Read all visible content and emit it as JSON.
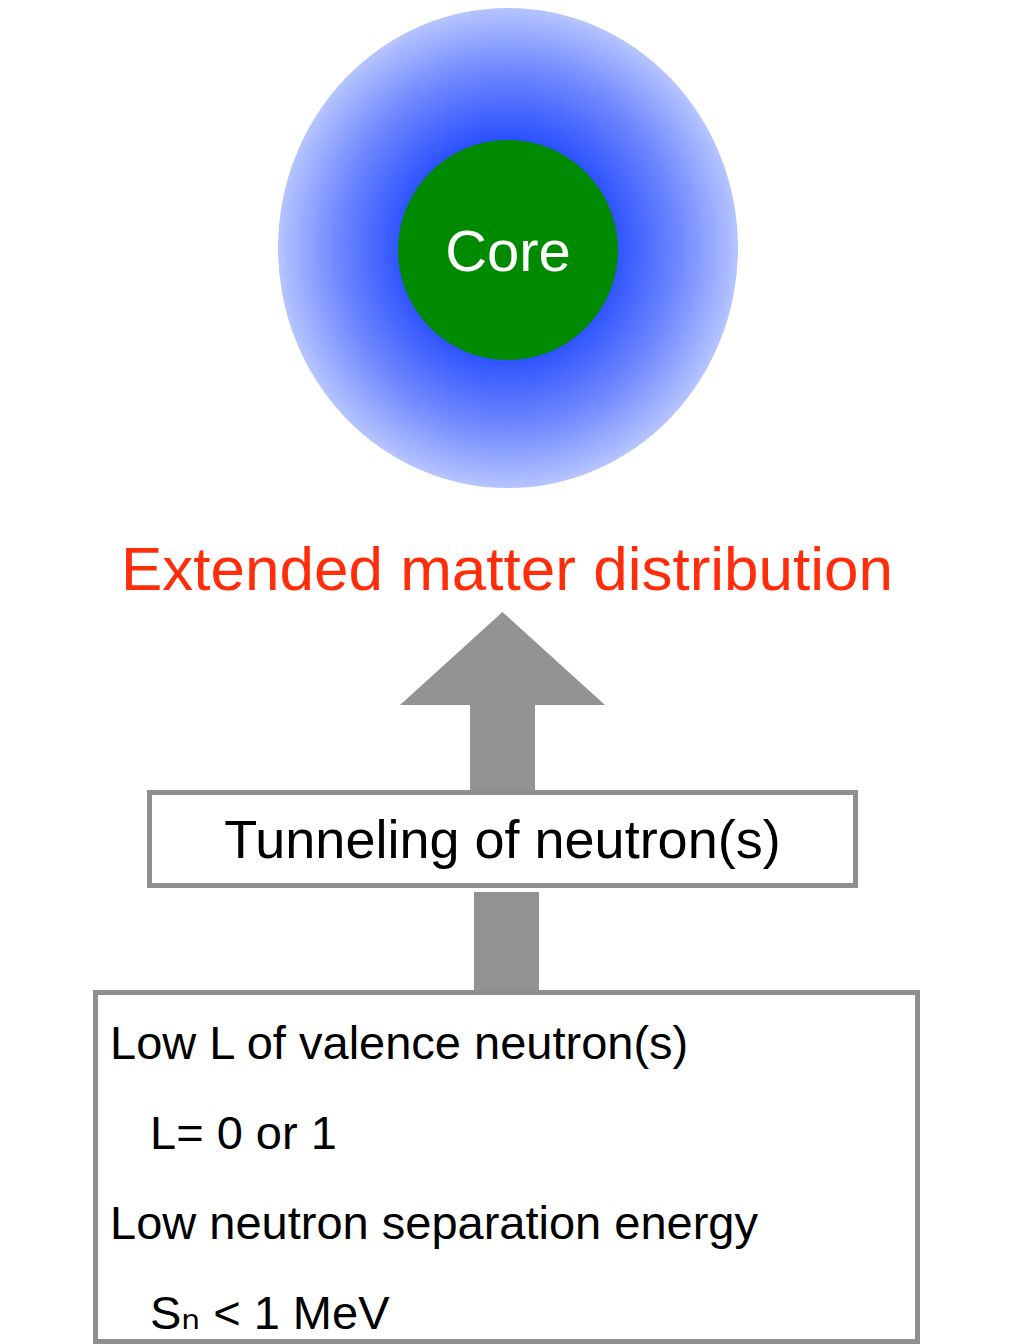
{
  "diagram": {
    "nodes": [
      {
        "text": [
          "Core"
        ]
      },
      {
        "text": [
          "Extended matter distribution"
        ]
      },
      {
        "text": [
          "Tunneling of neutron(s)"
        ]
      },
      {
        "text": [
          "Low L of valence neutron(s)",
          "L= 0 or 1",
          "Low neutron separation energy",
          "Sₙ < 1 MeV"
        ]
      }
    ],
    "edges": [
      {
        "from": 3,
        "to": 2,
        "arrow": "none"
      },
      {
        "from": 2,
        "to": 1,
        "arrow": "to"
      }
    ]
  }
}
